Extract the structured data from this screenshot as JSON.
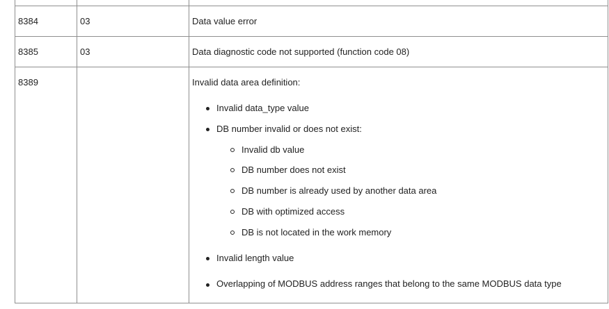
{
  "table": {
    "rows": [
      {
        "code": "8384",
        "exception": "03",
        "description": "Data value error"
      },
      {
        "code": "8385",
        "exception": "03",
        "description": "Data diagnostic code not supported (function code 08)"
      },
      {
        "code": "8389",
        "exception": "",
        "description": "Invalid data area definition:",
        "bullets": [
          {
            "text": "Invalid data_type value"
          },
          {
            "text": "DB number invalid or does not exist:",
            "sub": [
              "Invalid db value",
              "DB number does not exist",
              "DB number is already used by another data area",
              "DB with optimized access",
              "DB is not located in the work memory"
            ]
          },
          {
            "text": "Invalid length value"
          },
          {
            "text": "Overlapping of MODBUS address ranges that belong to the same MODBUS data type"
          }
        ]
      }
    ]
  }
}
